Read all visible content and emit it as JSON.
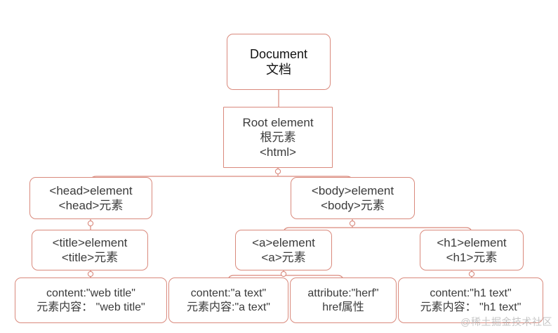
{
  "diagram": {
    "title": "HTML DOM tree structure diagram",
    "colors": {
      "border": "#d9897c",
      "edge": "#d9897c",
      "text": "#3b3b3b",
      "root_text": "#121212",
      "background": "#ffffff",
      "watermark": "#bcbcbc"
    },
    "nodes": [
      {
        "id": "document",
        "shape": "rounded-rect",
        "lines": [
          "Document",
          "文档"
        ]
      },
      {
        "id": "root",
        "shape": "rect",
        "lines": [
          "Root element",
          "根元素",
          "<html>"
        ]
      },
      {
        "id": "head",
        "shape": "rounded-rect",
        "lines": [
          "<head>element",
          "<head>元素"
        ]
      },
      {
        "id": "body",
        "shape": "rounded-rect",
        "lines": [
          "<body>element",
          "<body>元素"
        ]
      },
      {
        "id": "title",
        "shape": "rounded-rect",
        "lines": [
          "<title>element",
          "<title>元素"
        ]
      },
      {
        "id": "a",
        "shape": "rounded-rect",
        "lines": [
          "<a>element",
          "<a>元素"
        ]
      },
      {
        "id": "h1",
        "shape": "rounded-rect",
        "lines": [
          "<h1>element",
          "<h1>元素"
        ]
      },
      {
        "id": "title_content",
        "shape": "rounded-rect",
        "lines": [
          "content:\"web title\"",
          "元素内容： \"web title\""
        ]
      },
      {
        "id": "a_content",
        "shape": "rounded-rect",
        "lines": [
          "content:\"a text\"",
          "元素内容:\"a text\""
        ]
      },
      {
        "id": "a_attribute",
        "shape": "rounded-rect",
        "lines": [
          "attribute:\"herf\"",
          "href属性"
        ]
      },
      {
        "id": "h1_content",
        "shape": "rounded-rect",
        "lines": [
          "content:\"h1 text\"",
          "元素内容： \"h1 text\""
        ]
      }
    ],
    "edges": [
      {
        "from": "document",
        "to": "root",
        "style": "straight",
        "marker": "none"
      },
      {
        "from": "root",
        "to": "head",
        "style": "elbow",
        "marker": "circle"
      },
      {
        "from": "root",
        "to": "body",
        "style": "elbow",
        "marker": "circle"
      },
      {
        "from": "head",
        "to": "title",
        "style": "straight",
        "marker": "circle"
      },
      {
        "from": "body",
        "to": "a",
        "style": "elbow",
        "marker": "circle"
      },
      {
        "from": "body",
        "to": "h1",
        "style": "elbow",
        "marker": "circle"
      },
      {
        "from": "title",
        "to": "title_content",
        "style": "straight",
        "marker": "circle"
      },
      {
        "from": "a",
        "to": "a_content",
        "style": "elbow",
        "marker": "circle"
      },
      {
        "from": "a",
        "to": "a_attribute",
        "style": "elbow",
        "marker": "circle"
      },
      {
        "from": "h1",
        "to": "h1_content",
        "style": "straight",
        "marker": "circle"
      }
    ]
  },
  "watermark": {
    "text": "@稀土掘金技术社区"
  }
}
